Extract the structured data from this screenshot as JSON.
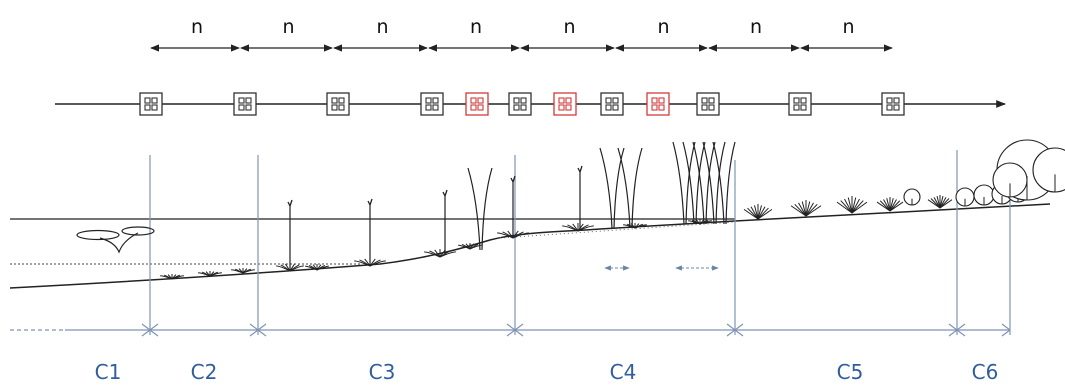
{
  "spacing_labels": [
    "n",
    "n",
    "n",
    "n",
    "n",
    "n",
    "n",
    "n"
  ],
  "zones": [
    "C1",
    "C2",
    "C3",
    "C4",
    "C5",
    "C6"
  ],
  "sampling_stations": [
    {
      "type": "regular"
    },
    {
      "type": "regular"
    },
    {
      "type": "regular"
    },
    {
      "type": "regular"
    },
    {
      "type": "additional"
    },
    {
      "type": "regular"
    },
    {
      "type": "additional"
    },
    {
      "type": "regular"
    },
    {
      "type": "additional"
    },
    {
      "type": "regular"
    },
    {
      "type": "regular"
    },
    {
      "type": "regular"
    }
  ],
  "colors": {
    "line": "#222222",
    "zone_line": "#7f95b5",
    "zone_label": "#2f5d9e",
    "regular_station": "#333333",
    "additional_station": "#d23a3a",
    "arrow_dashed": "#6a84a8"
  },
  "icons": {
    "station": "grid-box-icon",
    "floating_plant": "floating-leaf-icon",
    "rosette": "rosette-plant-icon",
    "tall_flower": "tall-flower-icon",
    "reed": "reed-icon",
    "tussock": "tussock-icon",
    "shrub": "shrub-icon"
  }
}
